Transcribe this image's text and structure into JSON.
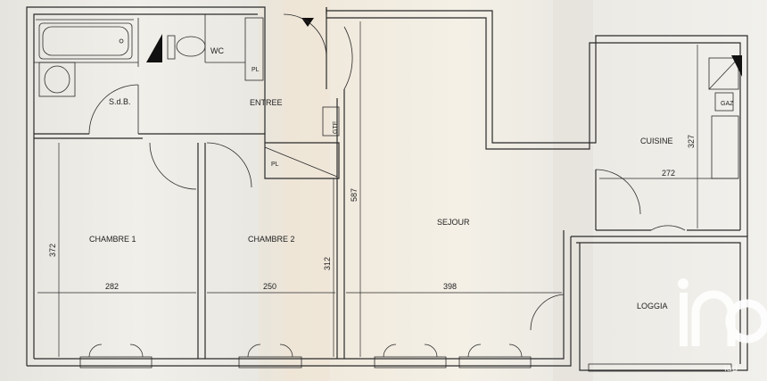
{
  "rooms": {
    "sdb": "S.d.B.",
    "wc": "WC",
    "entree": "ENTREE",
    "chambre1": "CHAMBRE 1",
    "chambre2": "CHAMBRE 2",
    "sejour": "SEJOUR",
    "cuisine": "CUISINE",
    "loggia": "LOGGIA"
  },
  "fixtures": {
    "pl_top": "PL",
    "pl_mid": "PL",
    "gaz": "GAZ",
    "gte": "GTE"
  },
  "dimensions": {
    "d282": "282",
    "d250": "250",
    "d398": "398",
    "d372": "372",
    "d312": "312",
    "d587": "587",
    "d327": "327",
    "d272": "272"
  },
  "logo": {
    "mark": "iad",
    "text": "iad",
    "color": "#ffffff"
  },
  "colors": {
    "paper": "#eceae4",
    "ink": "#2a2a2a"
  }
}
